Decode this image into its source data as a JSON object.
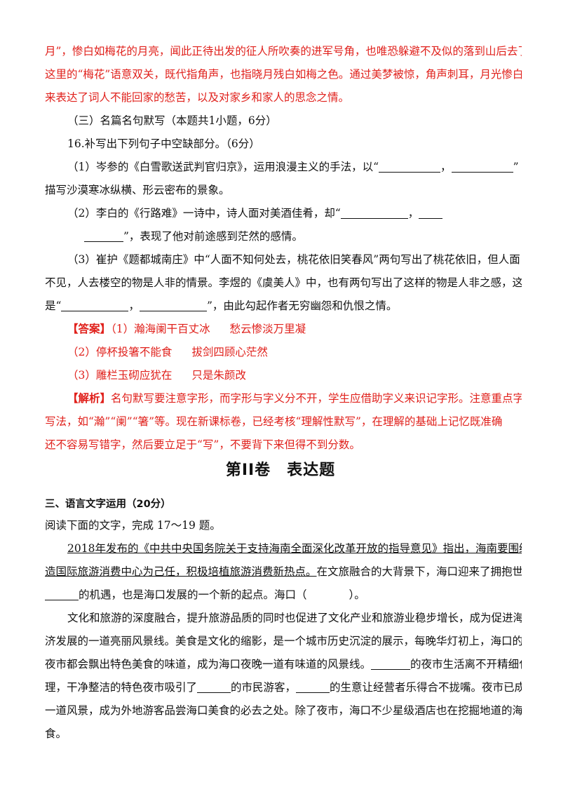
{
  "explain_lines": [
    "月”，惨白如梅花的月亮，闻此正待出发的征人所吹奏的进军号角，也唯恐躲避不及似的落到山后去了。",
    "这里的“梅花”语意双关，既代指角声，也指晓月残白如梅之色。通过美梦被惊，角声刺耳，月光惨白，",
    "来表达了词人不能回家的愁苦，以及对家乡和家人的思念之情。"
  ],
  "section3_heading": "（三）名篇名句默写（本题共1小题，6分）",
  "q16": {
    "stem": "16.补写出下列句子中空缺部分。（6分）",
    "p1_a": "（1）岑参的《白雪歌送武判官归京》，运用浪漫主义的手法，以“",
    "p1_sep": "，",
    "p1_end": "”",
    "p1_b": "描写沙漠寒冰纵横、形云密布的景象。",
    "p2_a": "（2）李白的《行路难》一诗中，诗人面对美酒佳肴，却“",
    "p2_sep": "，",
    "p2_b_end": "”，表现了他对前途感到茫然的感情。",
    "p3_a": "（3）崔护《题都城南庄》中“人面不知何处去，桃花依旧笑春风”两句写出了桃花依旧，但人面",
    "p3_b": "不见，人去楼空的物是人非的情景。李煜的《虞美人》中，也有两句写出了这样的物是人非之感，这两句",
    "p3_c_start": "是“",
    "p3_c_sep": "，",
    "p3_c_end": "”，由此勾起作者无穷幽怨和仇恨之情。"
  },
  "answer": {
    "tag": "【答案】",
    "a1": "（1）瀚海阑干百丈冰",
    "a1b": "愁云惨淡万里凝",
    "a2": "（2）停杯投箸不能食",
    "a2b": "拔剑四顾心茫然",
    "a3": "（3）雕栏玉砌应犹在",
    "a3b": "只是朱颜改"
  },
  "analysis": {
    "tag": "【解析】",
    "l1": "名句默写要注意字形，而字形与字义分不开，学生应借助字义来识记字形。注意重点字的",
    "l2": "写法，如“瀚”“阑”“箸”等。现在新课标卷，已经考核“理解性默写”，在理解的基础上记忆既准确",
    "l3": "还不容易写错字，然后要立足于“写”，不要背下来但得不到分数。"
  },
  "part_title": "第II卷　表达题",
  "part3_heading": "三、语言文字运用（20分）",
  "reading": {
    "intro": "阅读下面的文字，完成 17～19 题。",
    "p1_u": "2018年发布的《中共中央国务院关于支持海南全面深化改革开放的指导意见》指出，海南要围绕以打",
    "p1_u2": "造国际旅游消费中心为己任，积极培植旅游消费新热点。",
    "p1_rest": "在文旅融合的大背景下，海口迎来了拥抱世界",
    "p1_l3a": "的机遇，也是海口发展的一个新的起点。海口（",
    "p1_l3b": "）。",
    "p2_l1": "文化和旅游的深度融合，提升旅游品质的同时也促进了文化产业和旅游业稳步增长，成为促进海口经",
    "p2_l2": "济发展的一道亮丽风景线。美食是文化的缩影，是一个城市历史沉淀的展示，每晚华灯初上，海口的各家",
    "p2_l3a": "夜市都会飘出特色美食的味道，成为海口夜晚一道有味道的风景线。",
    "p2_l3b": "的夜市生活离不开精细化管",
    "p2_l4a": "理，干净整洁的特色夜市吸引了",
    "p2_l4b": "的市民游客，",
    "p2_l4c": "的生意让经营者乐得合不拢嘴。夜市已成为",
    "p2_l5": "一道风景，成为外地游客品尝海口美食的必去之处。除了夜市，海口不少星级酒店也在挖掘地道的海南美",
    "p2_l6": "食。"
  }
}
